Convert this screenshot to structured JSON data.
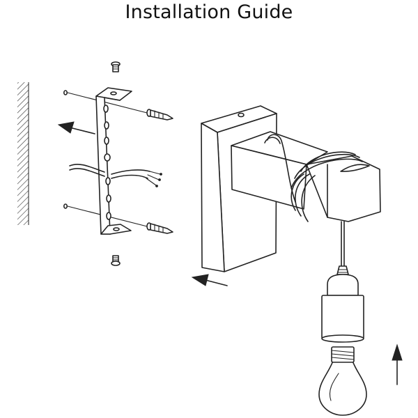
{
  "title": "Installation Guide",
  "colors": {
    "line": "#222222",
    "background": "#ffffff"
  },
  "parts": [
    "wall",
    "mounting-bracket",
    "bracket-screw",
    "wall-screw",
    "wall-anchor",
    "power-cable",
    "lamp-body",
    "socket-cable",
    "lamp-socket",
    "light-bulb",
    "direction-arrow"
  ]
}
